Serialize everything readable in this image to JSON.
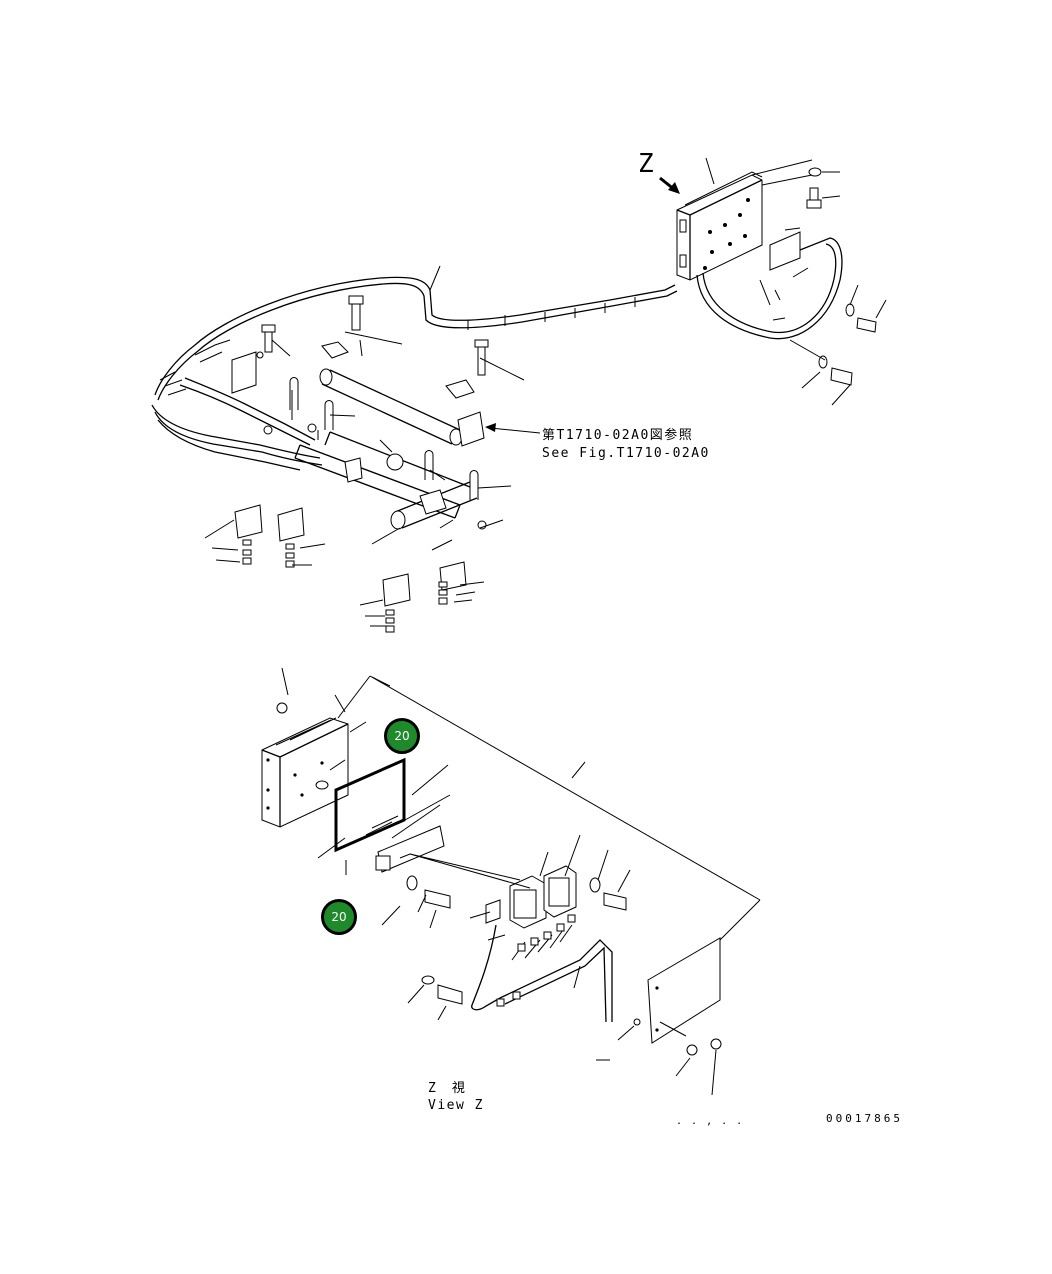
{
  "view_marker": "Z",
  "reference": {
    "line_jp": "第T1710-02A0図参照",
    "line_en": "See Fig.T1710-02A0"
  },
  "view_caption": {
    "line_jp": "Z　視",
    "line_en": "View Z"
  },
  "callouts": [
    {
      "label": "20"
    },
    {
      "label": "20"
    }
  ],
  "drawing_number": "00017865",
  "footer_marks": ". . , . ."
}
